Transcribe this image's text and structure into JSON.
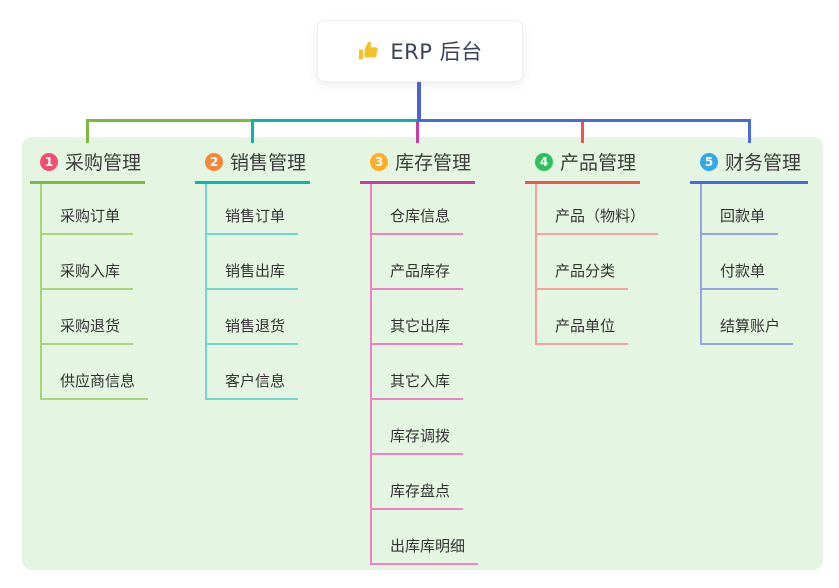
{
  "root": {
    "title": "ERP 后台",
    "icon": "thumbs-up-icon",
    "icon_color": "#f5c02c"
  },
  "colors": {
    "trunk": "#4e62d2",
    "panel_bg": "#e4f5e2",
    "text_dark": "#3a4258",
    "node_text": "#333333"
  },
  "branches": [
    {
      "num": "1",
      "label": "采购管理",
      "badge_color": "#f0506e",
      "line_color": "#7dbb40",
      "light_color": "#a8d47c",
      "children": [
        "采购订单",
        "采购入库",
        "采购退货",
        "供应商信息"
      ]
    },
    {
      "num": "2",
      "label": "销售管理",
      "badge_color": "#f5873b",
      "line_color": "#10b3ac",
      "light_color": "#72d5ce",
      "children": [
        "销售订单",
        "销售出库",
        "销售退货",
        "客户信息"
      ]
    },
    {
      "num": "3",
      "label": "库存管理",
      "badge_color": "#ffae2b",
      "line_color": "#c93da2",
      "light_color": "#ee82c4",
      "children": [
        "仓库信息",
        "产品库存",
        "其它出库",
        "其它入库",
        "库存调拨",
        "库存盘点",
        "出库库明细"
      ]
    },
    {
      "num": "4",
      "label": "产品管理",
      "badge_color": "#2ec162",
      "line_color": "#f1524e",
      "light_color": "#f9a19e",
      "children": [
        "产品（物料）",
        "产品分类",
        "产品单位"
      ]
    },
    {
      "num": "5",
      "label": "财务管理",
      "badge_color": "#33a9e8",
      "line_color": "#4a6cd9",
      "light_color": "#93a6e4",
      "children": [
        "回款单",
        "付款单",
        "结算账户"
      ]
    }
  ]
}
